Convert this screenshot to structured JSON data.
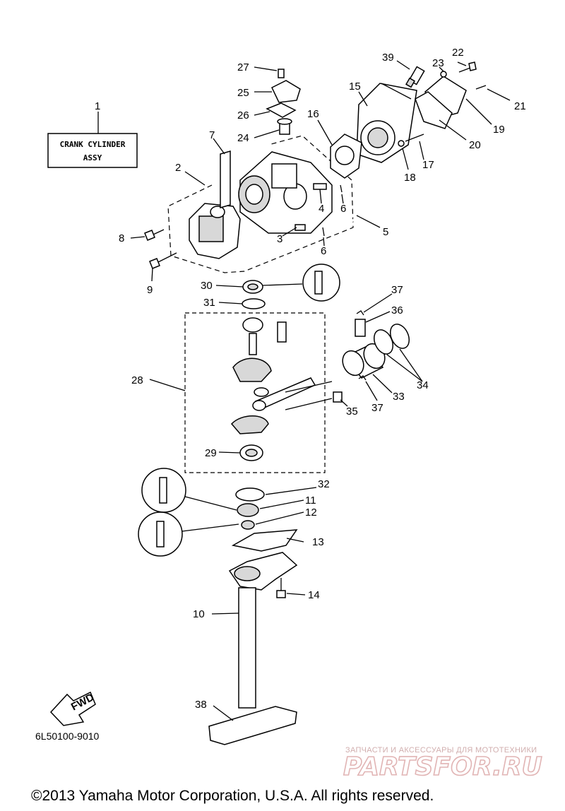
{
  "title_box": {
    "line1": "CRANK CYLINDER",
    "line2": "ASSY"
  },
  "callouts": [
    "1",
    "2",
    "3",
    "4",
    "5",
    "6",
    "6",
    "7",
    "8",
    "9",
    "10",
    "11",
    "12",
    "13",
    "14",
    "15",
    "16",
    "17",
    "18",
    "19",
    "20",
    "21",
    "22",
    "23",
    "24",
    "25",
    "26",
    "27",
    "28",
    "29",
    "30",
    "31",
    "32",
    "33",
    "34",
    "35",
    "36",
    "37",
    "37",
    "38",
    "39"
  ],
  "fwd_label": "FWD",
  "diagram_code": "6L50100-9010",
  "watermark": {
    "tagline": "ЗАПЧАСТИ И АКСЕССУАРЫ ДЛЯ МОТОТЕХНИКИ",
    "brand": "PARTSFOR.RU"
  },
  "copyright": "©2013 Yamaha Motor Corporation, U.S.A. All rights reserved."
}
